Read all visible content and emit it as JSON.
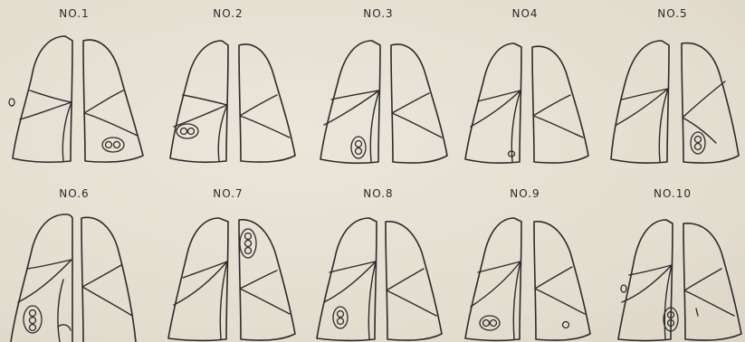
{
  "figure": {
    "panels": [
      {
        "label": "NO.1"
      },
      {
        "label": "NO.2"
      },
      {
        "label": "NO.3"
      },
      {
        "label": "NO4"
      },
      {
        "label": "NO.5"
      },
      {
        "label": "NO.6"
      },
      {
        "label": "NO.7"
      },
      {
        "label": "NO.8"
      },
      {
        "label": "NO.9"
      },
      {
        "label": "NO.10"
      }
    ]
  }
}
